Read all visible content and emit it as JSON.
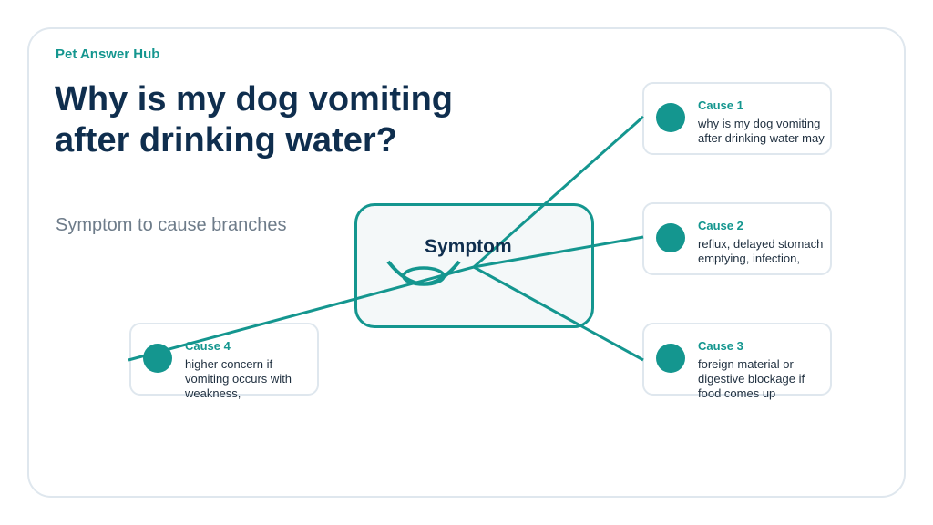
{
  "brand": "Pet Answer Hub",
  "title": "Why is my dog vomiting after drinking water?",
  "subtitle": "Symptom to cause branches",
  "center": {
    "label": "Symptom",
    "icon": "bowl-icon"
  },
  "causes": [
    {
      "title": "Cause 1",
      "text": "why is my dog vomiting after drinking water may"
    },
    {
      "title": "Cause 2",
      "text": "reflux, delayed stomach emptying, infection,"
    },
    {
      "title": "Cause 3",
      "text": "foreign material or digestive blockage if food comes up"
    },
    {
      "title": "Cause 4",
      "text": "higher concern if vomiting occurs with weakness,"
    }
  ],
  "colors": {
    "accent": "#14968f",
    "title": "#0f2e4e",
    "border": "#dfe7ee",
    "muted": "#6e7c8a"
  }
}
